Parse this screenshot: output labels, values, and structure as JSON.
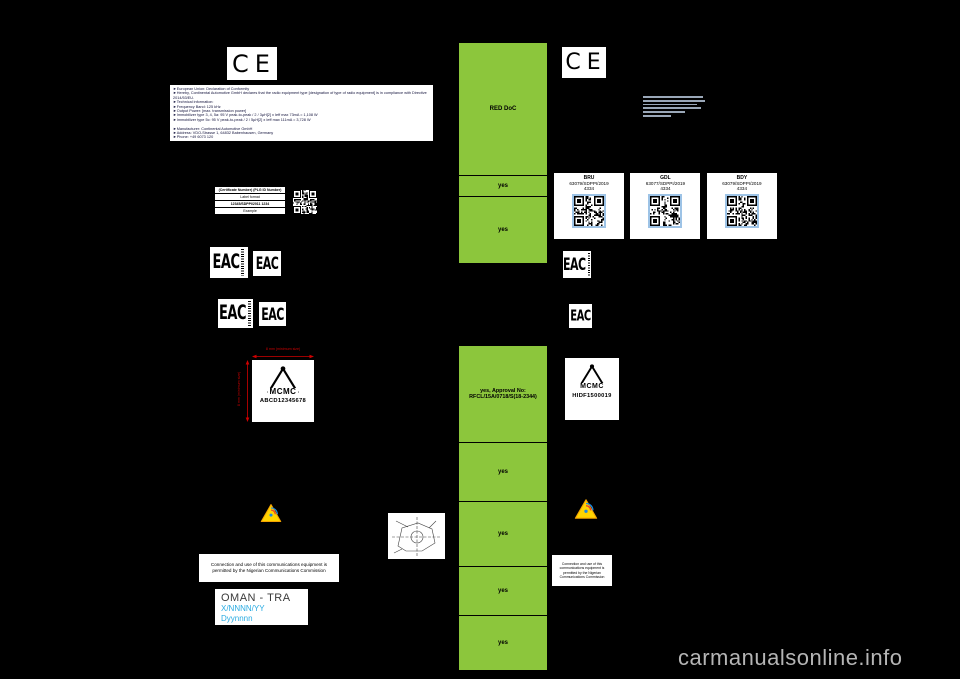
{
  "page": {
    "watermark": "carmanualsonline.info"
  },
  "colors": {
    "green": "#8CC63C",
    "qr_border": "#9DC3E6",
    "dim_red": "#D00000",
    "oman_blue": "#29ABE2"
  },
  "eu": {
    "ce_label": "CE",
    "doc_lines": [
      "►European Union: Declaration of Conformity",
      "►Hereby, Continental Automotive GmbH declares that the radio equipment type [designation of type of radio equipment] is in compliance with Directive 2014/53/EU.",
      "►Technical information:",
      "►Frequency Band: 125 kHz",
      "►Output Power: [max. transmission power]",
      "►Immobilizer type 3, 4, 5a: 95 V peak-to-peak / 2 / 3µH[2] x Ieff max 73mA = 1,108 W",
      "►Immobilizer type 5c: 95 V peak-to-peak / 2 / 5µH[2] x Ieff max 111mA = 3,728 W",
      "",
      "►Manufacturer: Continental Automotive GmbH",
      "►Address: VDO-Strasse 1, 64832 Babenhausen, Germany",
      "►Phone: +49 6073 120"
    ]
  },
  "eac": {
    "label": "EAC"
  },
  "indonesia": {
    "format_table": [
      "(Certificate Number) (PLG ID Number)",
      "Label format",
      "12345/SDPPI/2011 1234",
      "Example"
    ],
    "qr_items": [
      {
        "code": "BRU",
        "cert": "63079/SDPPI/2019",
        "id": "4334"
      },
      {
        "code": "GDL",
        "cert": "63077/SDPPI/2019",
        "id": "4334"
      },
      {
        "code": "BDY",
        "cert": "63079/SDPPI/2019",
        "id": "4334"
      }
    ]
  },
  "malaysia": {
    "brand": "MCMC",
    "left_serial": "ABCD12345678",
    "right_serial": "HIDF1500019",
    "dim_h": "8 mm (minimum size)",
    "dim_v": "8 mm (minimum size)"
  },
  "nigeria": {
    "text": "Connection and use of this communications equipment is permitted by the Nigerian Communications Commission"
  },
  "oman": {
    "title": "OMAN - TRA",
    "line1": "X/NNNN/YY",
    "line2": "Dyynnnn"
  },
  "table1": {
    "rows": [
      {
        "label": "RED DoC"
      },
      {
        "label": "yes"
      },
      {
        "label": "yes"
      }
    ]
  },
  "table2": {
    "rows": [
      {
        "label": "yes, Approval No: RFCL/15A/0718/S(18-2344)"
      },
      {
        "label": "yes"
      },
      {
        "label": "yes"
      },
      {
        "label": "yes"
      },
      {
        "label": "yes"
      }
    ]
  }
}
